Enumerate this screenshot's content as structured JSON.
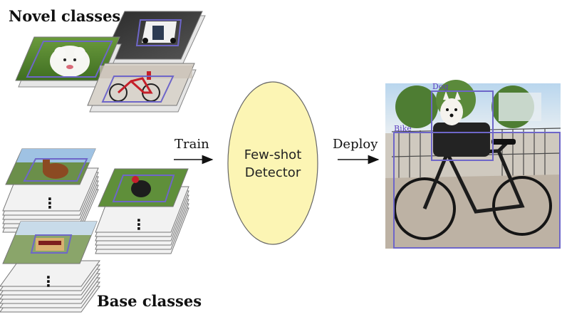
{
  "novel_title": "Novel classes",
  "base_title": "Base classes",
  "detector": {
    "line1": "Few-shot",
    "line2": "Detector"
  },
  "arrows": {
    "train": "Train",
    "deploy": "Deploy"
  },
  "output": {
    "box_labels": {
      "dog": "Dog",
      "bike": "Bike"
    }
  },
  "ellipsis": "⋮",
  "colors": {
    "detector_fill": "#fcf5b4",
    "box_stroke": "#6e66c9",
    "label_color": "#5a3fbf"
  }
}
